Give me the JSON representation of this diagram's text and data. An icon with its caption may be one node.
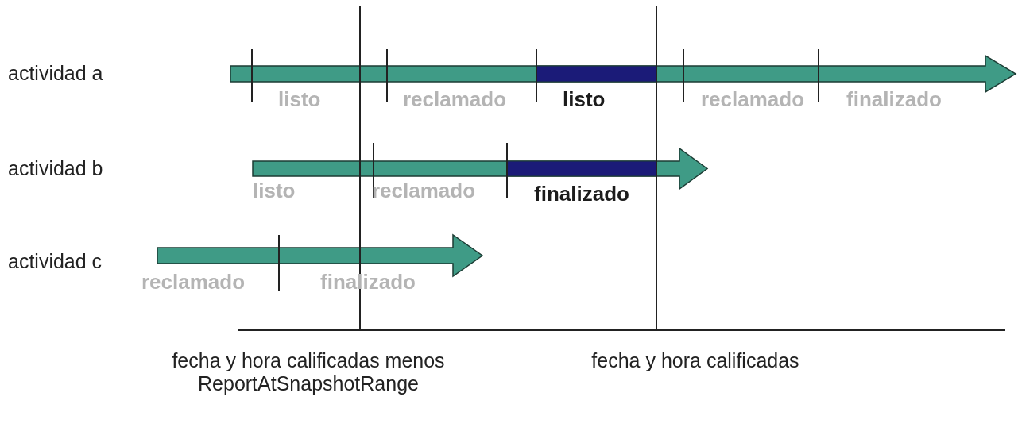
{
  "diagram": {
    "labels": [
      "actividad a",
      "listo",
      "reclamado",
      "listo",
      "reclamado",
      "finalizado",
      "actividad b",
      "listo",
      "reclamado",
      "finalizado",
      "actividad c",
      "reclamado",
      "finalizado",
      "fecha y hora calificadas menos ReportAtSnapshotRange",
      "fecha y hora calificadas"
    ]
  }
}
